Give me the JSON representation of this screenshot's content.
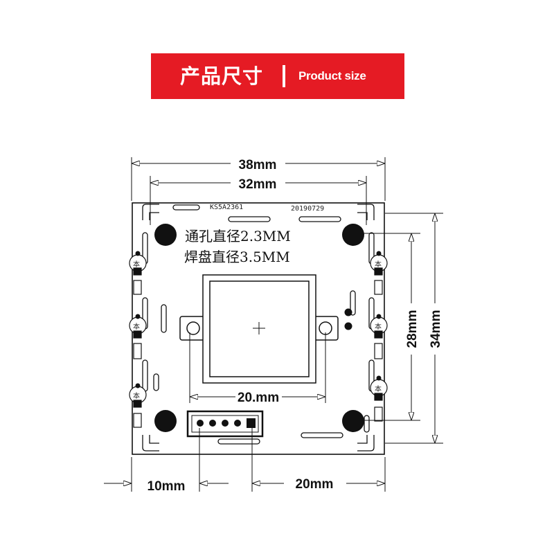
{
  "banner": {
    "title_cn": "产品尺寸",
    "title_en": "Product size"
  },
  "board": {
    "model_label": "KS5A2361",
    "date_label": "20190729",
    "note_hole": "通孔直径2.3MM",
    "note_pad": "焊盘直径3.5MM",
    "silk_mark": "本",
    "connector_pins": 5
  },
  "dimensions": {
    "overall_width": "38mm",
    "hole_pitch_width": "32mm",
    "overall_height": "34mm",
    "hole_pitch_height": "28mm",
    "lens_mount_pitch": "20.mm",
    "connector_offset": "10mm",
    "connector_to_edge": "20mm"
  },
  "colors": {
    "banner": "#e51b24",
    "line": "#111111"
  }
}
